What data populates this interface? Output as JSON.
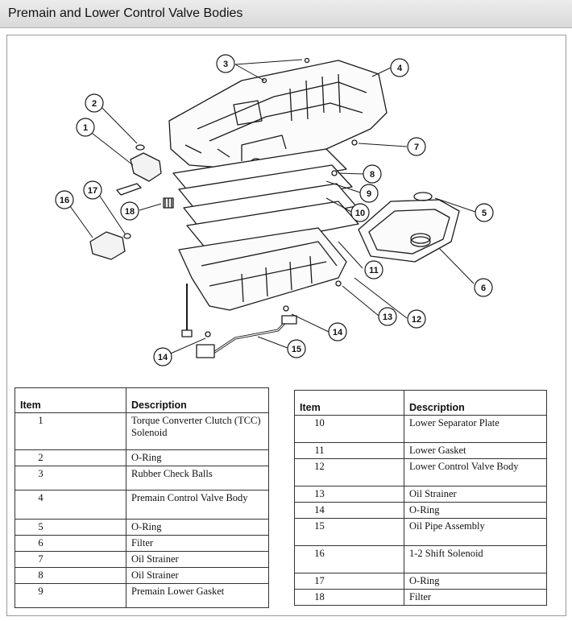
{
  "window": {
    "title": "Premain and Lower Control Valve Bodies"
  },
  "diagram": {
    "callouts": [
      "1",
      "2",
      "3",
      "4",
      "5",
      "6",
      "7",
      "8",
      "9",
      "10",
      "11",
      "12",
      "13",
      "14",
      "14",
      "15",
      "16",
      "17",
      "18"
    ]
  },
  "table_left": {
    "header": {
      "item": "Item",
      "description": "Description"
    },
    "rows": [
      {
        "item": "1",
        "description": "Torque Converter Clutch (TCC) Solenoid"
      },
      {
        "item": "2",
        "description": "O-Ring"
      },
      {
        "item": "3",
        "description": "Rubber Check Balls"
      },
      {
        "item": "4",
        "description": "Premain Control Valve Body"
      },
      {
        "item": "5",
        "description": "O-Ring"
      },
      {
        "item": "6",
        "description": "Filter"
      },
      {
        "item": "7",
        "description": "Oil Strainer"
      },
      {
        "item": "8",
        "description": "Oil Strainer"
      },
      {
        "item": "9",
        "description": "Premain Lower Gasket"
      }
    ]
  },
  "table_right": {
    "header": {
      "item": "Item",
      "description": "Description"
    },
    "rows": [
      {
        "item": "10",
        "description": "Lower Separator Plate"
      },
      {
        "item": "11",
        "description": "Lower Gasket"
      },
      {
        "item": "12",
        "description": "Lower Control Valve Body"
      },
      {
        "item": "13",
        "description": "Oil Strainer"
      },
      {
        "item": "14",
        "description": "O-Ring"
      },
      {
        "item": "15",
        "description": "Oil Pipe Assembly"
      },
      {
        "item": "16",
        "description": "1-2 Shift Solenoid"
      },
      {
        "item": "17",
        "description": "O-Ring"
      },
      {
        "item": "18",
        "description": "Filter"
      }
    ]
  }
}
